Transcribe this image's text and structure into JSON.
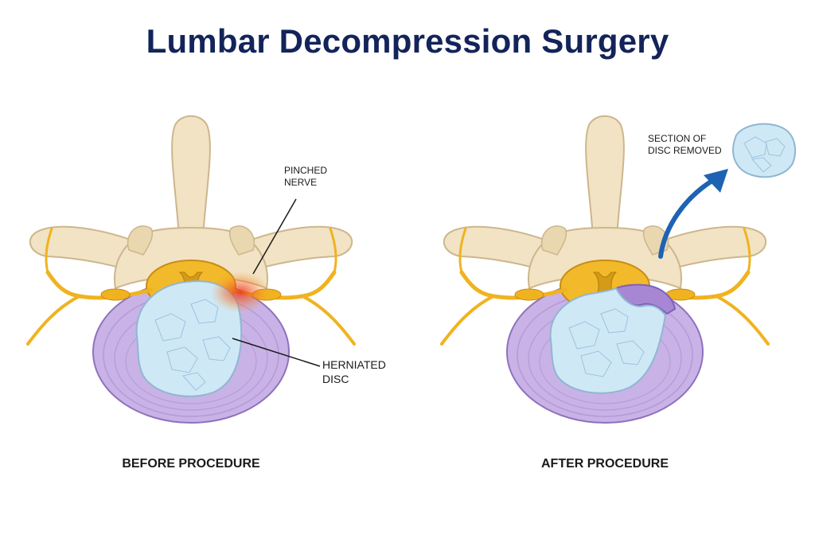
{
  "title": "Lumbar Decompression Surgery",
  "colors": {
    "title": "#13245a",
    "bone": "#f1e3c4",
    "bone_outline": "#cdb68c",
    "cord": "#f2b92a",
    "cord_center": "#d49a18",
    "nerve": "#f0b31f",
    "disc_ring": "#c9b2e6",
    "disc_line": "#a788cf",
    "nucleus": "#cfe8f6",
    "nucleus_outline": "#8fb7d2",
    "inflammation": "#e8321e",
    "arrow": "#1e63b3"
  },
  "panels": {
    "before": {
      "caption": "BEFORE PROCEDURE",
      "label_nerve_line1": "PINCHED",
      "label_nerve_line2": "NERVE",
      "label_disc_line1": "HERNIATED",
      "label_disc_line2": "DISC"
    },
    "after": {
      "caption": "AFTER PROCEDURE",
      "label_removed_line1": "SECTION OF",
      "label_removed_line2": "DISC REMOVED"
    }
  }
}
